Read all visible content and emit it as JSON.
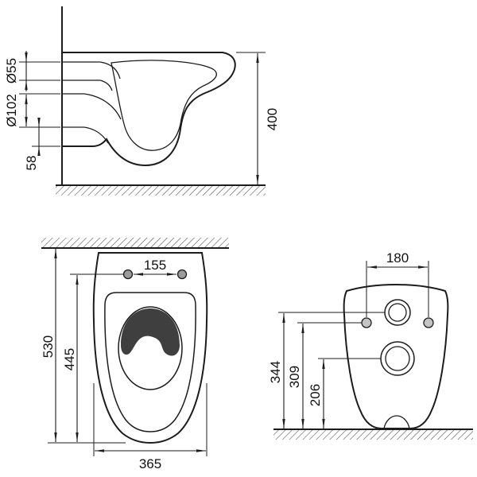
{
  "drawing": {
    "side_view": {
      "labels": {
        "overall_height": "400",
        "supply_pipe_diameter": "Ø55",
        "drain_pipe_diameter": "Ø102",
        "drain_to_body_bottom": "58"
      }
    },
    "top_view": {
      "labels": {
        "fixing_hole_spacing": "155",
        "overall_depth": "530",
        "front_to_fixing_holes": "445",
        "overall_width": "365"
      }
    },
    "rear_view": {
      "labels": {
        "fixing_hole_spacing": "180",
        "water_inlet_height": "344",
        "fixing_hole_height": "309",
        "drain_outlet_height": "206"
      }
    },
    "colors": {
      "ink": "#1c1c1c",
      "background": "#ffffff"
    }
  }
}
